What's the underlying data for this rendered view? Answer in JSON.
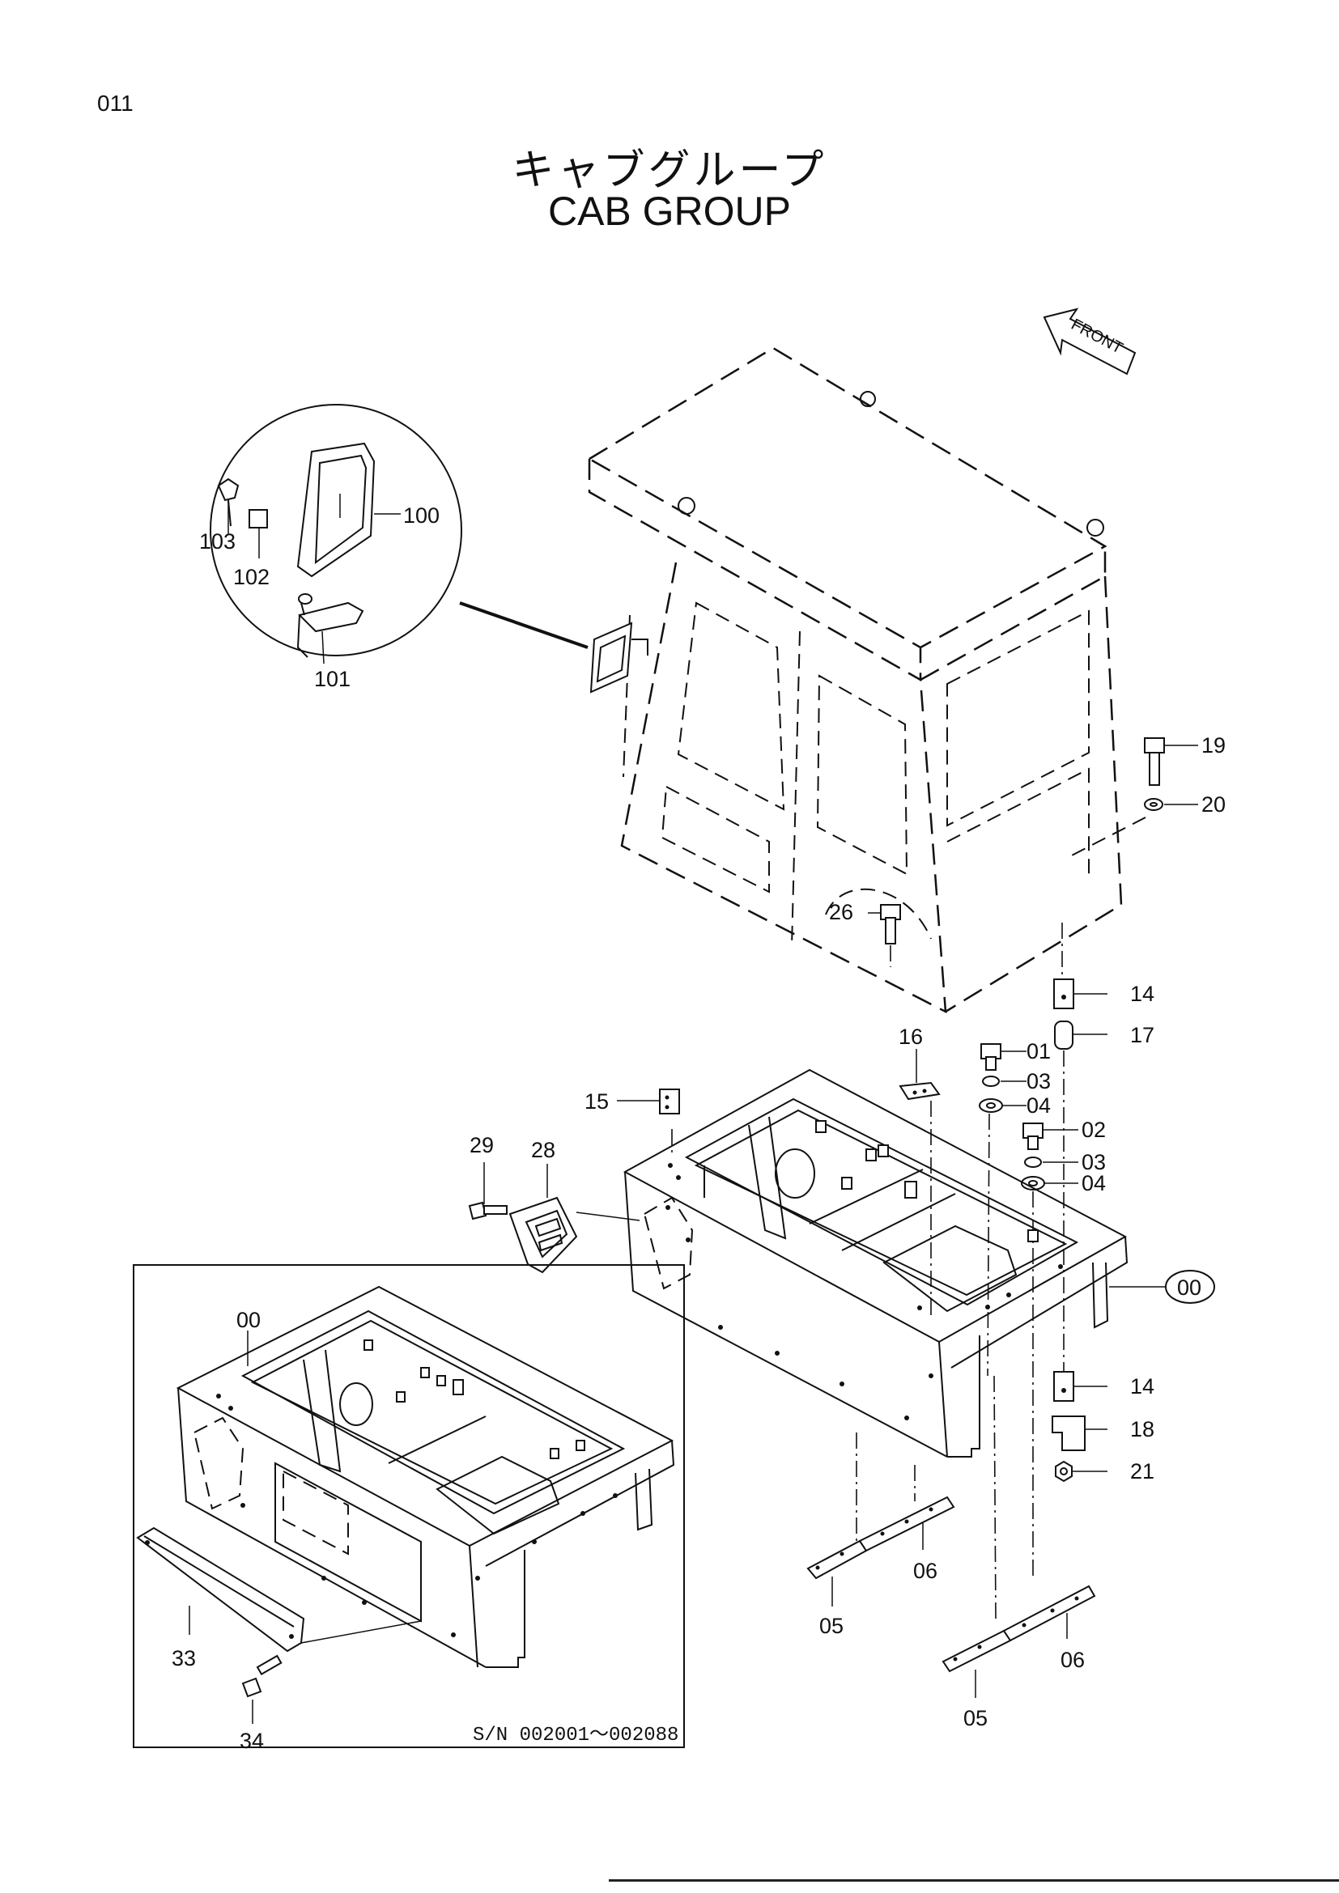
{
  "page_number": "011",
  "title_jp": "キャブグループ",
  "title_en": "CAB GROUP",
  "front_label": "FRONT",
  "serial_note": "S/N  002001～002088",
  "part_labels": {
    "p00": "00",
    "p00_circle": "00",
    "p01": "01",
    "p02": "02",
    "p03a": "03",
    "p03b": "03",
    "p04a": "04",
    "p04b": "04",
    "p05a": "05",
    "p05b": "05",
    "p06a": "06",
    "p06b": "06",
    "p14a": "14",
    "p14b": "14",
    "p15": "15",
    "p16": "16",
    "p17": "17",
    "p18": "18",
    "p19": "19",
    "p20": "20",
    "p21": "21",
    "p26": "26",
    "p28": "28",
    "p29": "29",
    "p33": "33",
    "p34": "34",
    "p100": "100",
    "p101": "101",
    "p102": "102",
    "p103": "103"
  }
}
